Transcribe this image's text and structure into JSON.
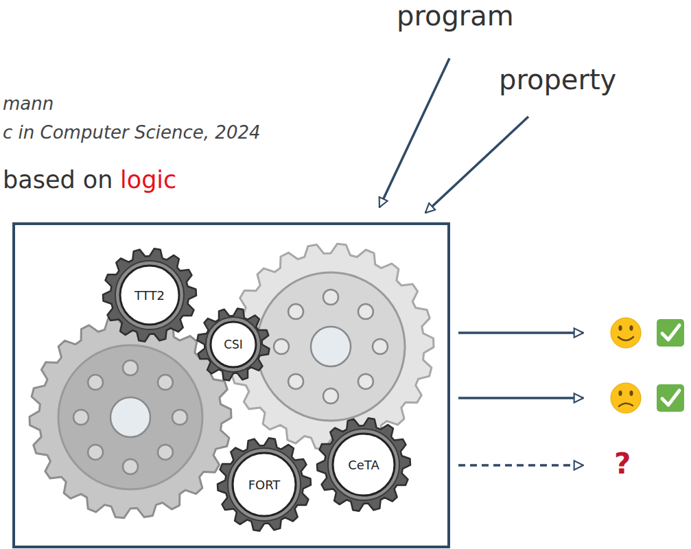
{
  "diagram": {
    "nodes": [
      {
        "text": [
          "TTT2"
        ]
      },
      {
        "text": [
          "CSI"
        ]
      },
      {
        "text": [
          "CeTA"
        ]
      },
      {
        "text": [
          "FORT"
        ]
      }
    ],
    "labels": [
      "program",
      "property",
      "mann",
      "c in Computer Science, 2024",
      "based on",
      "logic",
      "?"
    ]
  }
}
